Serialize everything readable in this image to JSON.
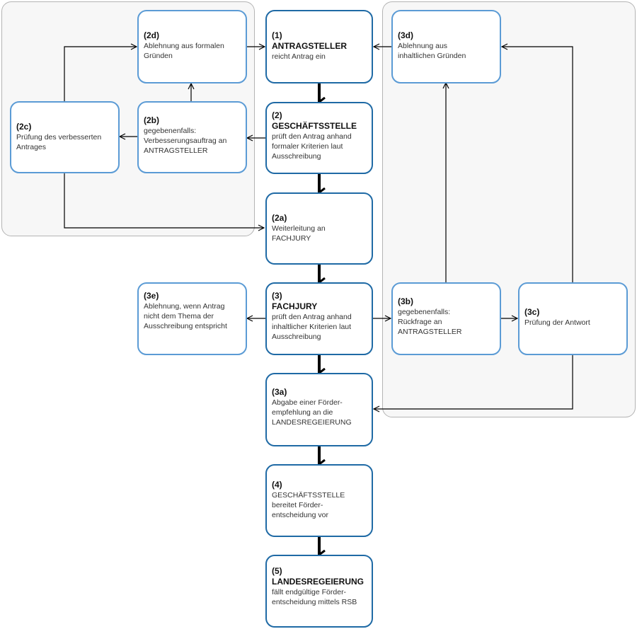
{
  "colors": {
    "main_border": "#1f6aa5",
    "side_border": "#5b9bd5",
    "region_fill": "#f7f7f7",
    "region_border": "#b4b4b4",
    "arrow": "#000000"
  },
  "nodes": {
    "n1": {
      "id": "(1)",
      "head": "ANTRAGSTELLER",
      "text": "reicht Antrag ein"
    },
    "n2": {
      "id": "(2)",
      "head": "GESCHÄFTSSTELLE",
      "text": "prüft den Antrag anhand\nformaler Kriterien laut\nAusschreibung"
    },
    "n2a": {
      "id": "(2a)",
      "head": "",
      "text": "Weiterleitung an\nFACHJURY"
    },
    "n2b": {
      "id": "(2b)",
      "head": "",
      "text": "gegebenenfalls:\nVerbesserungsauftrag an\nANTRAGSTELLER"
    },
    "n2c": {
      "id": "(2c)",
      "head": "",
      "text": "Prüfung des verbesserten\nAntrages"
    },
    "n2d": {
      "id": "(2d)",
      "head": "",
      "text": "Ablehnung aus formalen\nGründen"
    },
    "n3": {
      "id": "(3)",
      "head": "FACHJURY",
      "text": "prüft den Antrag anhand\ninhaltlicher Kriterien laut\nAusschreibung"
    },
    "n3a": {
      "id": "(3a)",
      "head": "",
      "text": "Abgabe einer Förder-\nempfehlung an die\nLANDESREGEIERUNG"
    },
    "n3b": {
      "id": "(3b)",
      "head": "",
      "text": "gegebenenfalls:\nRückfrage an\nANTRAGSTELLER"
    },
    "n3c": {
      "id": "(3c)",
      "head": "",
      "text": "Prüfung der Antwort"
    },
    "n3d": {
      "id": "(3d)",
      "head": "",
      "text": "Ablehnung aus\ninhaltlichen Gründen"
    },
    "n3e": {
      "id": "(3e)",
      "head": "",
      "text": "Ablehnung, wenn Antrag\nnicht dem Thema der\nAusschreibung entspricht"
    },
    "n4": {
      "id": "(4)",
      "head": "",
      "text": "GESCHÄFTSSTELLE\nbereitet Förder-\nentscheidung vor"
    },
    "n5": {
      "id": "(5)",
      "head": "LANDESREGEIERUNG",
      "text": "fällt endgültige Förder-\nentscheidung mittels RSB"
    }
  }
}
